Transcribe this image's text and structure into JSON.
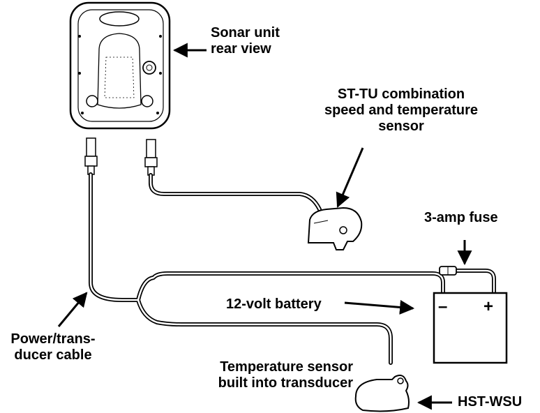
{
  "labels": {
    "sonar_unit": [
      "Sonar unit",
      "rear view"
    ],
    "st_tu": [
      "ST-TU combination",
      "speed and temperature",
      "sensor"
    ],
    "fuse": "3-amp fuse",
    "battery": "12-volt battery",
    "power_cable": [
      "Power/trans-",
      "ducer cable"
    ],
    "temp_sensor": [
      "Temperature sensor",
      "built into transducer"
    ],
    "hst_wsu": "HST-WSU"
  },
  "battery_terminals": {
    "negative": "–",
    "positive": "+"
  },
  "colors": {
    "line": "#000000",
    "background": "#ffffff"
  }
}
